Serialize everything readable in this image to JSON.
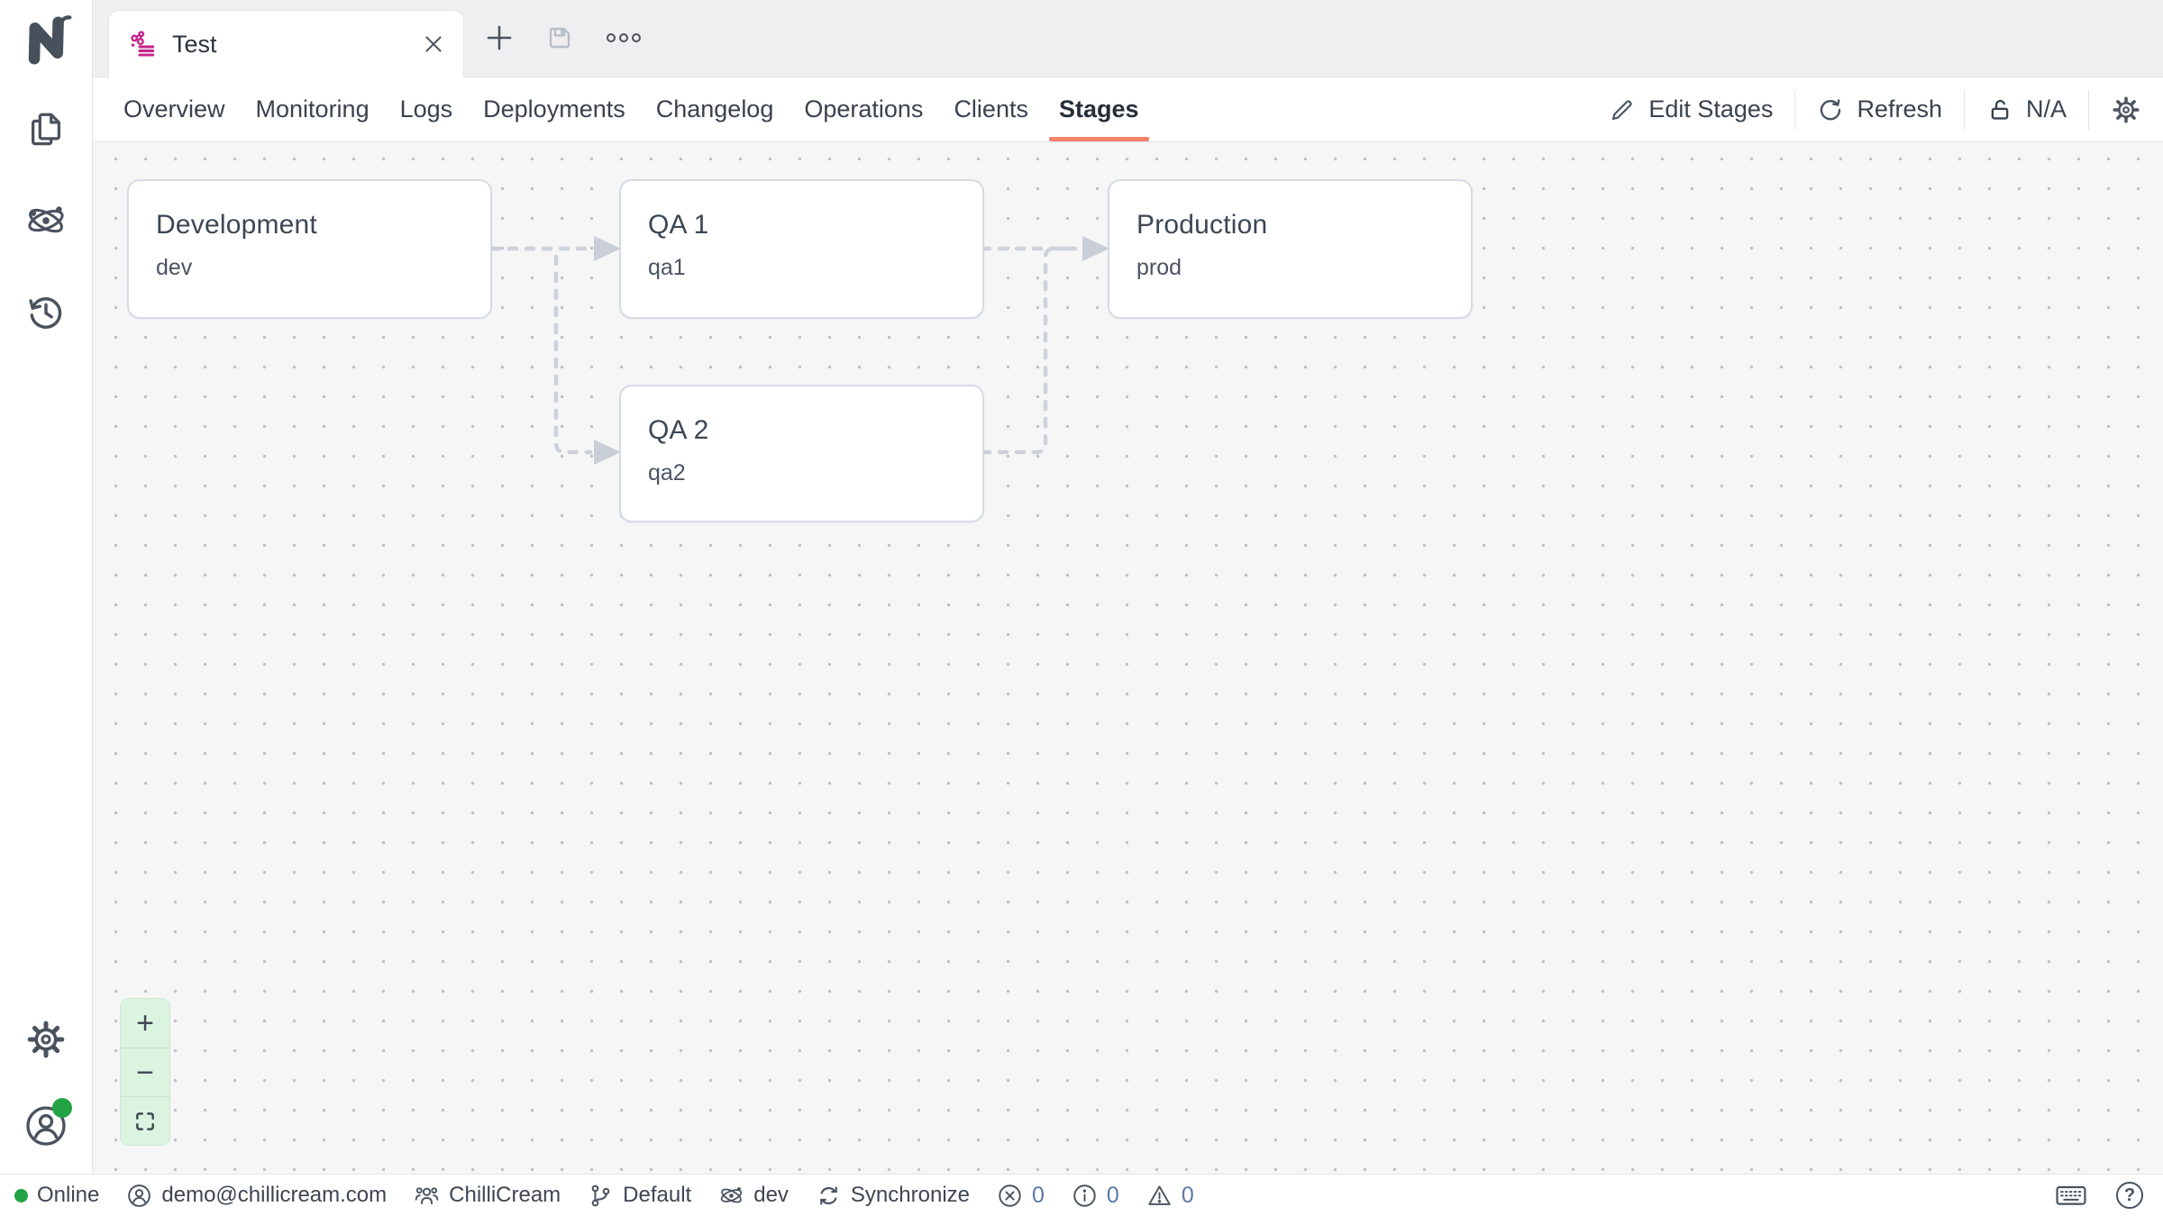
{
  "colors": {
    "accent_pink": "#c4278c",
    "active_tab_underline": "#f2836a",
    "online_green": "#21a344",
    "zoom_control_bg": "#dbf4e0",
    "edge_gray": "#cdd2da",
    "count_blue": "#5b79a8",
    "icon_slate": "#49525e"
  },
  "tabstrip": {
    "tab_label": "Test"
  },
  "nav": {
    "items": [
      "Overview",
      "Monitoring",
      "Logs",
      "Deployments",
      "Changelog",
      "Operations",
      "Clients",
      "Stages"
    ],
    "active": "Stages",
    "actions": {
      "edit": "Edit Stages",
      "refresh": "Refresh",
      "lock_status": "N/A"
    }
  },
  "canvas": {
    "stages": [
      {
        "title": "Development",
        "key": "dev"
      },
      {
        "title": "QA 1",
        "key": "qa1"
      },
      {
        "title": "Production",
        "key": "prod"
      },
      {
        "title": "QA 2",
        "key": "qa2"
      }
    ],
    "edges": [
      {
        "from": "dev",
        "to": "qa1"
      },
      {
        "from": "dev",
        "to": "qa2"
      },
      {
        "from": "qa1",
        "to": "prod"
      },
      {
        "from": "qa2",
        "to": "prod"
      }
    ],
    "zoom_controls": {
      "zoom_in": "+",
      "zoom_out": "−"
    }
  },
  "status_bar": {
    "online": "Online",
    "user_email": "demo@chillicream.com",
    "organization": "ChilliCream",
    "profile": "Default",
    "environment": "dev",
    "sync": "Synchronize",
    "error_count": "0",
    "info_count": "0",
    "warning_count": "0",
    "help_glyph": "?"
  },
  "icons": {
    "sidebar": [
      "nitro-logo",
      "documents-icon",
      "schema-atom-icon",
      "history-icon",
      "settings-gear-icon",
      "account-avatar-icon"
    ],
    "tabstrip": [
      "fusion-graph-icon",
      "close-icon",
      "plus-icon",
      "save-icon",
      "more-ellipsis-icon"
    ],
    "nav_actions": [
      "pencil-icon",
      "refresh-icon",
      "unlock-icon",
      "gear-icon"
    ],
    "status": [
      "online-dot",
      "person-circle-icon",
      "organization-people-icon",
      "git-branch-icon",
      "atom-icon",
      "sync-icon",
      "error-circle-icon",
      "info-circle-icon",
      "warning-triangle-icon",
      "keyboard-icon",
      "help-circle-icon"
    ]
  }
}
